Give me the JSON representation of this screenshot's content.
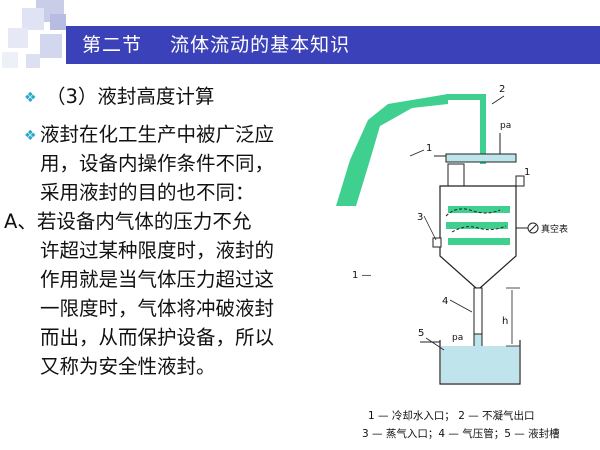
{
  "header": {
    "title": "第二节    流体流动的基本知识"
  },
  "content": {
    "subheading": "（3）液封高度计算",
    "intro_lines": [
      "液封在化工生产中被广泛应",
      "用，设备内操作条件不同，",
      "采用液封的目的也不同："
    ],
    "case_a_lines": [
      "A、若设备内气体的压力不允",
      "许超过某种限度时，液封的",
      "作用就是当气体压力超过这",
      "一限度时，气体将冲破液封",
      "而出，从而保护设备，所以",
      "又称为安全性液封。"
    ]
  },
  "diagram": {
    "labels": {
      "n1": "1",
      "n1_dash": "1 —",
      "n2": "2",
      "n3": "3",
      "n4": "4",
      "n5": "5",
      "pa_top": "pa",
      "pa_bottom": "pa",
      "h": "h",
      "vacuum_gauge": "真空表"
    },
    "legend_line1": "1 — 冷却水入口；  2 — 不凝气出口",
    "legend_line2": "3 — 蒸气入口；4 — 气压管；5 — 液封槽"
  },
  "colors": {
    "title_bar": "#3b41b8",
    "accent_green": "#3fcf8e",
    "water": "#bfe4ec",
    "bullet": "#2aa8c9"
  }
}
